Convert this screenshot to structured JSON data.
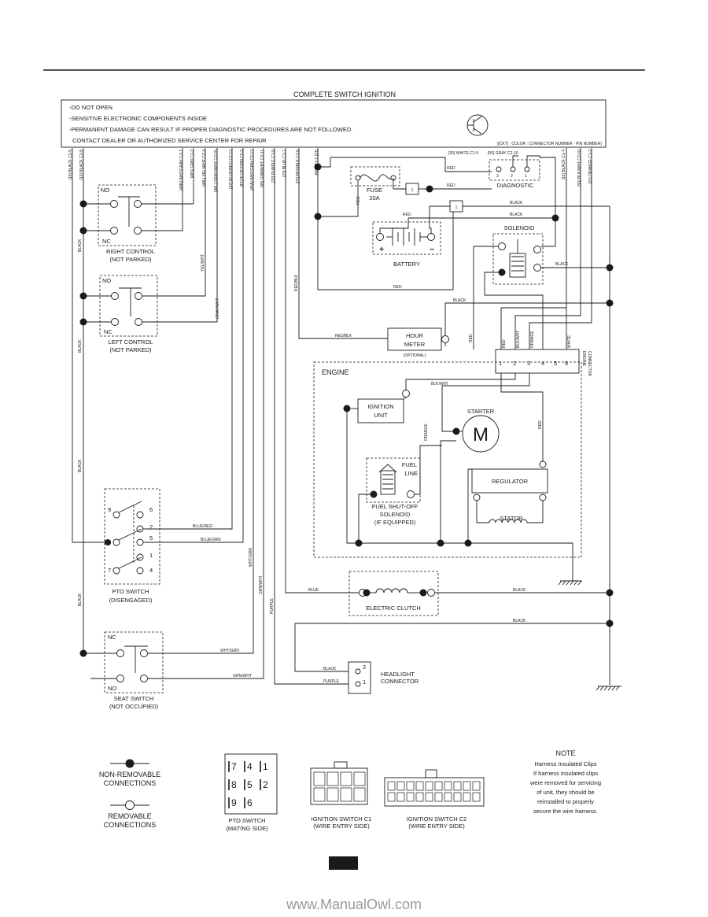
{
  "header": {
    "title": "COMPLETE SWITCH IGNITION",
    "warnings": [
      "-DO NOT OPEN",
      "-SENSITIVE ELECTRONIC COMPONENTS INSIDE",
      "-PERMANENT DAMAGE CAN RESULT IF PROPER DIAGNOSTIC PROCEDURES ARE NOT FOLLOWED.",
      "CONTACT DEALER OR AUTHORIZED SERVICE CENTER FOR REPAIR"
    ],
    "key_note": "([CKT] : COLOR : CONNECTOR NUMBER - PIN NUMBER)"
  },
  "circuits": [
    "[15] BLACK C2-5",
    "[13] BLACK C2-8",
    "[48R] WHT/GRAY C2-1",
    "[48S] GRN C2-2",
    "[48L] YEL/WHT C2-4",
    "[48L] GRAY/WHT C2-15",
    "[42] BLUE/RED C2-13",
    "[42] BLUE/GRN C2-3",
    "[45A] WHT/GRN C2-12",
    "[45] GRN/WHT C2-11",
    "[32] PURPLE C1-8",
    "[23] BLUE C1-7",
    "[22] RED/BLK C1-6",
    "RED C1-1 [31]",
    "[30] WHITE C1-5",
    "[55] GRAY C2-16",
    "[12] BLACK C1-4",
    "[55] BLK/WHT C2-10",
    "[31] ORANGE C1-2"
  ],
  "components": {
    "right_control": {
      "no": "NO",
      "nc": "NC",
      "label": "RIGHT CONTROL",
      "state": "(NOT PARKED)"
    },
    "left_control": {
      "no": "NO",
      "nc": "NC",
      "label": "LEFT CONTROL",
      "state": "(NOT PARKED)"
    },
    "pto_switch": {
      "label": "PTO SWITCH",
      "state": "(DISENGAGED)",
      "pins": [
        "9",
        "6",
        "2",
        "8",
        "5",
        "1",
        "7",
        "4"
      ]
    },
    "seat_switch": {
      "nc": "NC",
      "no": "NO",
      "label": "SEAT SWITCH",
      "state": "(NOT OCCUPIED)"
    },
    "fuse": {
      "label": "FUSE",
      "rating": "20A"
    },
    "diagnostic": {
      "label": "DIAGNOSTIC",
      "pins": [
        "3",
        "2",
        "1"
      ]
    },
    "battery": {
      "label": "BATTERY",
      "plus": "+",
      "minus": "−"
    },
    "solenoid": {
      "label": "SOLENOID"
    },
    "hour_meter": {
      "label1": "HOUR",
      "label2": "METER",
      "note": "(OPTIONAL)"
    },
    "engine": {
      "label": "ENGINE"
    },
    "engine_connector": {
      "label1": "ENGINE",
      "label2": "CONNECTOR",
      "pins": [
        "1",
        "2",
        "3",
        "4",
        "5",
        "6"
      ]
    },
    "ignition_unit": {
      "label1": "IGNITION",
      "label2": "UNIT"
    },
    "starter": {
      "label": "STARTER",
      "symbol": "M"
    },
    "fuel_line": {
      "label1": "FUEL",
      "label2": "LINE"
    },
    "fuel_solenoid": {
      "label1": "FUEL SHUT-OFF",
      "label2": "SOLENOID",
      "label3": "(IF EQUIPPED)"
    },
    "regulator": {
      "label": "REGULATOR"
    },
    "stator": {
      "label": "STATOR"
    },
    "electric_clutch": {
      "label": "ELECTRIC CLUTCH"
    },
    "headlight": {
      "label1": "HEADLIGHT",
      "label2": "CONNECTOR",
      "pins": [
        "2",
        "1"
      ]
    }
  },
  "wires": {
    "red": "RED",
    "black": "BLACK",
    "red_blk": "RED/BLK",
    "blk_wht": "BLK/WHT",
    "orange": "ORANGE",
    "white": "WHITE",
    "blue": "BLUE",
    "purple": "PURPLE",
    "yel_wht": "YEL/WHT",
    "gray_wht": "GRAY/WHT",
    "blue_red": "BLUE/RED",
    "blue_grn": "BLUE/GRN",
    "wht_grn": "WHT/GRN",
    "grn_wht": "GRN/WHT"
  },
  "legend": {
    "non_removable": [
      "NON-REMOVABLE",
      "CONNECTIONS"
    ],
    "removable": [
      "REMOVABLE",
      "CONNECTIONS"
    ],
    "pto_mating": {
      "label1": "PTO SWITCH",
      "label2": "(MATING SIDE)",
      "grid": [
        "7",
        "4",
        "1",
        "8",
        "5",
        "2",
        "9",
        "6"
      ]
    },
    "c1": [
      "IGNITION SWITCH C1",
      "(WIRE ENTRY SIDE)"
    ],
    "c2": [
      "IGNITION SWITCH C2",
      "(WIRE ENTRY SIDE)"
    ],
    "note_title": "NOTE",
    "note_lines": [
      "Harness Insulated Clips",
      "If harness insulated clips",
      "were removed for servicing",
      "of unit, they should be",
      "reinstalled to properly",
      "secure the wire harness."
    ]
  },
  "footer": {
    "watermark": "www.ManualOwl.com"
  }
}
